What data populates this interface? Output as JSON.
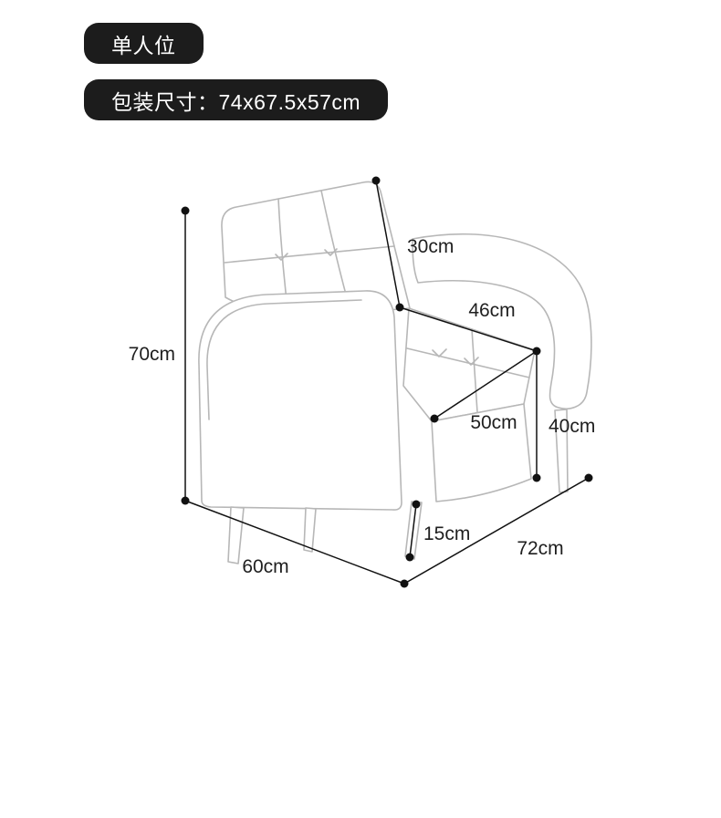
{
  "badges": {
    "seat_type": "单人位",
    "package_size": "包装尺寸：74x67.5x57cm"
  },
  "diagram": {
    "labels": {
      "overall_height": "70cm",
      "back_height": "30cm",
      "seat_depth": "46cm",
      "seat_width": "50cm",
      "seat_height": "40cm",
      "leg_height": "15cm",
      "overall_width": "60cm",
      "overall_depth": "72cm"
    }
  },
  "colors": {
    "background": "#ffffff",
    "badge_bg": "#1c1c1c",
    "badge_text": "#ffffff",
    "line_art": "#b7b7b7",
    "dimension_line": "#111111"
  }
}
